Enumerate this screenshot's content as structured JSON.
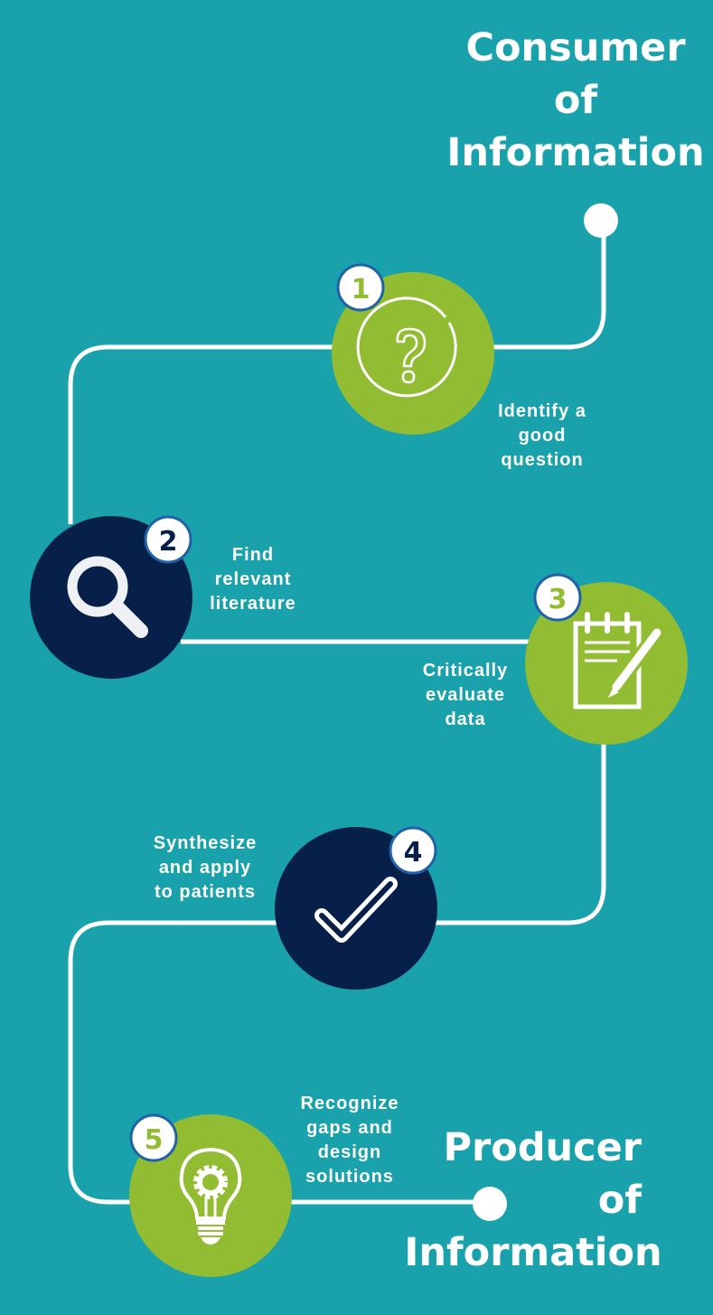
{
  "colors": {
    "background": "#19a2ac",
    "green": "#92bd33",
    "navy": "#06204a",
    "badge_border": "#1f62a8",
    "line": "#ffffff"
  },
  "top_title": [
    "Consumer",
    "of",
    "Information"
  ],
  "bottom_title": [
    "Producer",
    "of",
    "Information"
  ],
  "steps": [
    {
      "number": "1",
      "label": [
        "Identify a",
        "good",
        "question"
      ],
      "icon": "question-icon",
      "color": "green"
    },
    {
      "number": "2",
      "label": [
        "Find",
        "relevant",
        "literature"
      ],
      "icon": "magnifier-icon",
      "color": "navy"
    },
    {
      "number": "3",
      "label": [
        "Critically",
        "evaluate",
        "data"
      ],
      "icon": "notepad-pencil-icon",
      "color": "green"
    },
    {
      "number": "4",
      "label": [
        "Synthesize",
        "and apply",
        "to patients"
      ],
      "icon": "checkmark-icon",
      "color": "navy"
    },
    {
      "number": "5",
      "label": [
        "Recognize",
        "gaps and",
        "design",
        "solutions"
      ],
      "icon": "lightbulb-gear-icon",
      "color": "green"
    }
  ]
}
